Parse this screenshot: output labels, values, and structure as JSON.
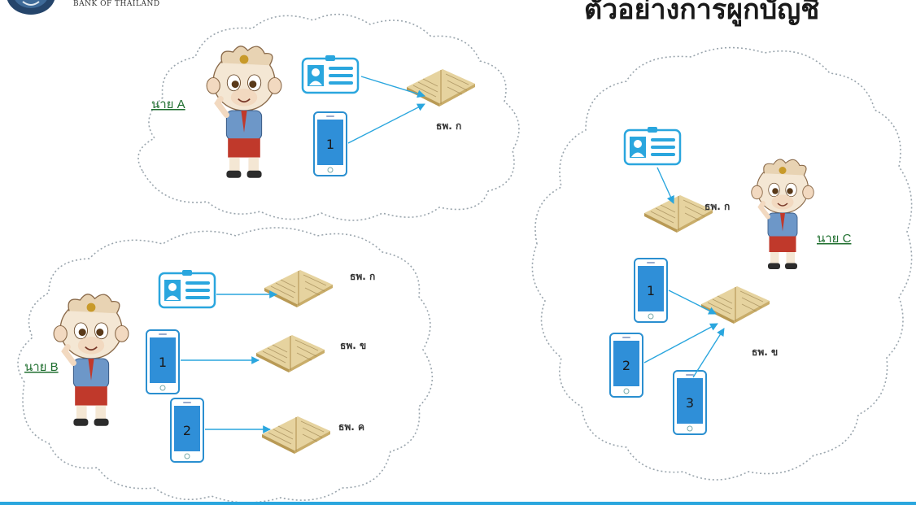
{
  "header": {
    "brand": "BANK OF THAILAND",
    "title": "ตัวอย่างการผูกบัญชี"
  },
  "colors": {
    "accent": "#2aa6de",
    "cloud_outline": "#9aa5ad",
    "label_green": "#1e6e2e",
    "passbook": "#e2cf98"
  },
  "groups": [
    {
      "person": "นาย A",
      "id_cards": 1,
      "phones": [
        "1"
      ],
      "banks": [
        "ธพ. ก"
      ]
    },
    {
      "person": "นาย B",
      "id_cards": 1,
      "phones": [
        "1",
        "2"
      ],
      "banks": [
        "ธพ. ก",
        "ธพ. ข",
        "ธพ. ค"
      ]
    },
    {
      "person": "นาย C",
      "id_cards": 1,
      "phones": [
        "1",
        "2",
        "3"
      ],
      "banks": [
        "ธพ. ก",
        "ธพ. ข"
      ]
    }
  ]
}
